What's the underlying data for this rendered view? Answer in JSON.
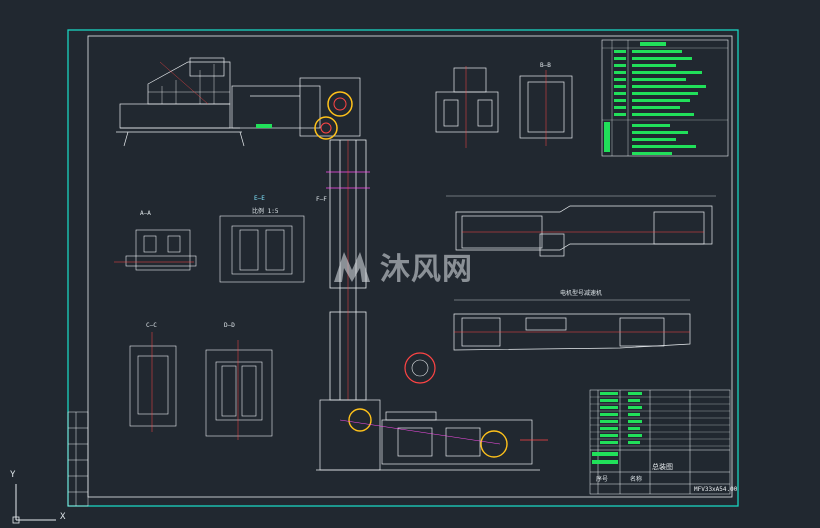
{
  "drawing": {
    "title_block": {
      "title": "总装图",
      "drawing_number": "MFV33xA54.00",
      "row_labels": [
        "序号",
        "名称"
      ]
    },
    "view_labels": {
      "a_a": "A—A",
      "b_b": "B—B",
      "c_c": "C—C",
      "d_d": "D—D",
      "e_e": "E—E",
      "f_f": "F—F"
    },
    "scale_note": "比例 1:5",
    "section_note": "电机型号减速机",
    "watermark": "沐风网",
    "axis": {
      "y": "Y",
      "x": "X"
    }
  },
  "colors": {
    "background": "#212830",
    "frame": "#19d3c0",
    "geometry": "#e8ecef",
    "highlight": "#ffc21a",
    "accent": "#ff4444",
    "text_fill": "#21e05a",
    "magenta": "#ff4ff0"
  }
}
